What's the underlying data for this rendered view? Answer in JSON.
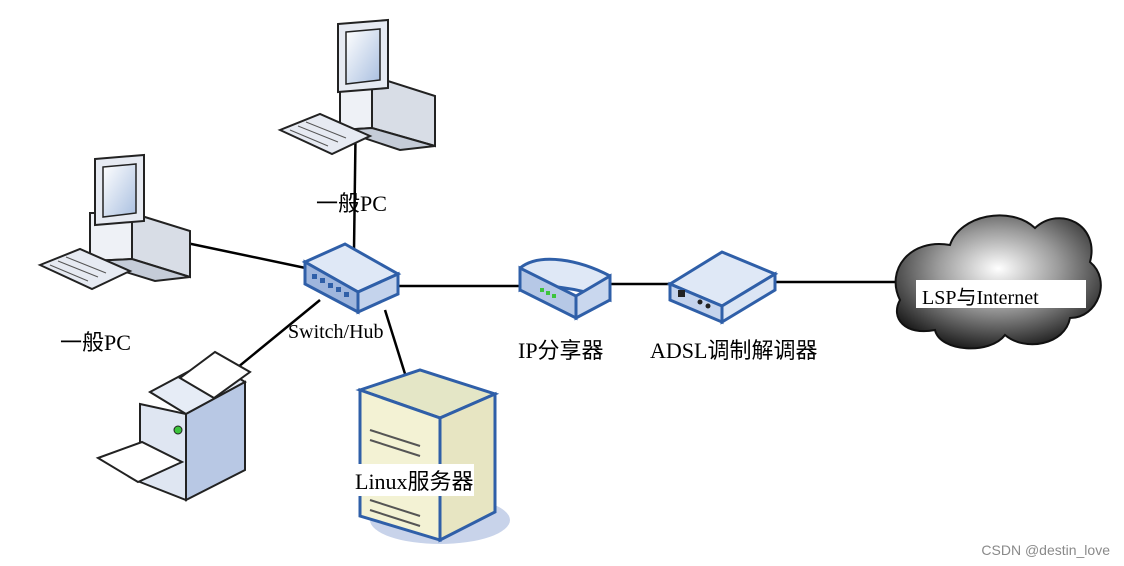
{
  "nodes": {
    "pc_top": {
      "label": "一般PC",
      "icon": "desktop-pc-icon"
    },
    "pc_left": {
      "label": "一般PC",
      "icon": "desktop-pc-icon"
    },
    "switch": {
      "label": "Switch/Hub",
      "icon": "switch-hub-icon"
    },
    "router": {
      "label": "IP分享器",
      "icon": "router-icon"
    },
    "adsl": {
      "label": "ADSL调制解调器",
      "icon": "modem-icon"
    },
    "internet": {
      "label": "LSP与Internet",
      "icon": "cloud-icon"
    },
    "server": {
      "label": "Linux服务器",
      "icon": "server-icon"
    },
    "printer": {
      "icon": "printer-icon"
    }
  },
  "watermark": "CSDN @destin_love",
  "colors": {
    "device_blue": "#2f5fa8",
    "device_fill": "#dfe8f6",
    "server_fill": "#f3f2d4",
    "link": "#000000",
    "cloud": "#3a3a3a"
  }
}
